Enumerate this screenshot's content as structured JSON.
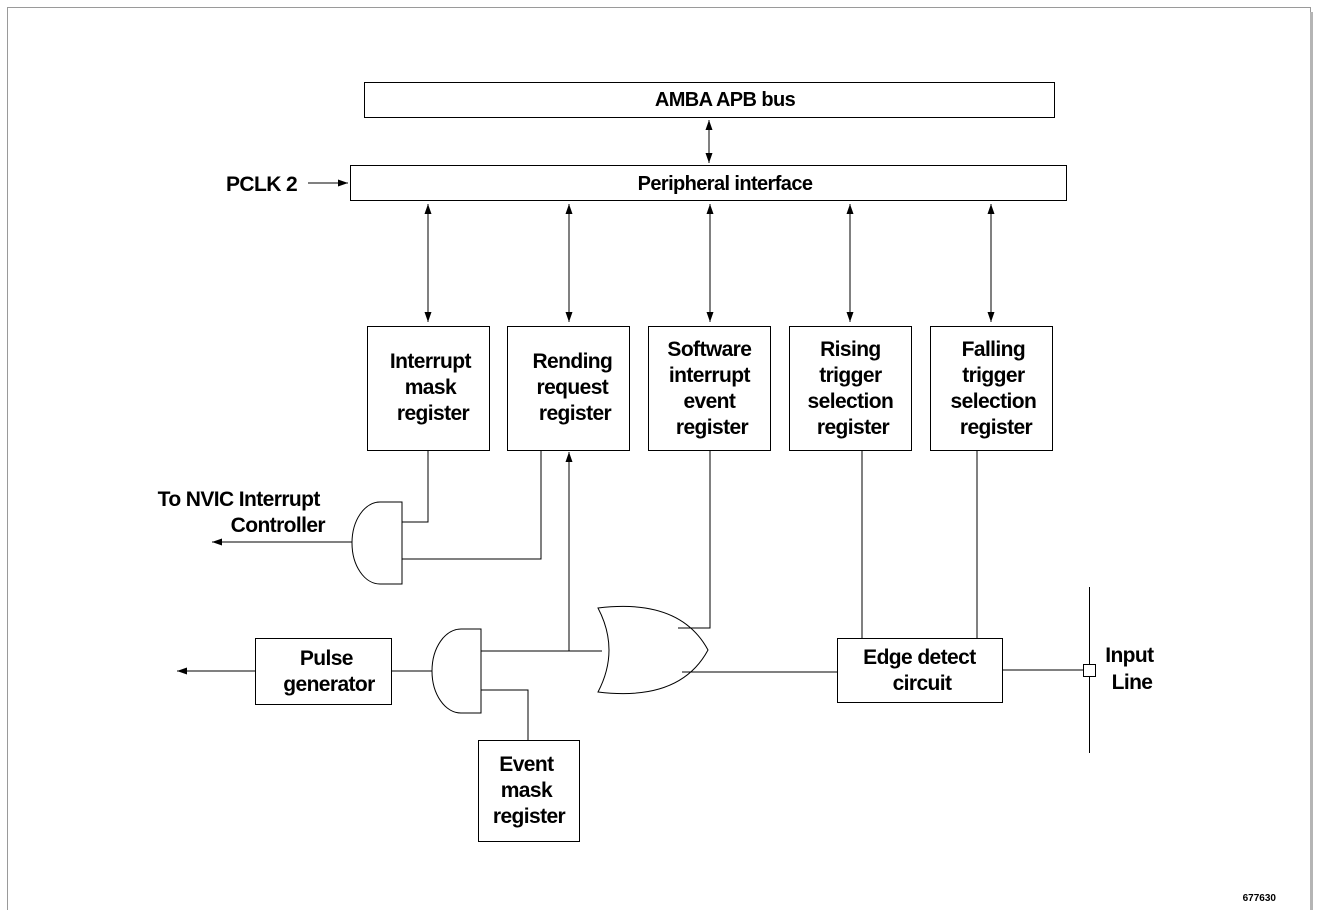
{
  "diagram": {
    "bus": {
      "label": "AMBA APB bus"
    },
    "peripheral_interface": {
      "label": "Peripheral interface"
    },
    "clock_input": {
      "label": "PCLK 2"
    },
    "registers": [
      {
        "id": "interrupt-mask",
        "lines": [
          "Interrupt",
          "mask",
          "register"
        ]
      },
      {
        "id": "pending-request",
        "lines": [
          "Rending",
          "request",
          "register"
        ]
      },
      {
        "id": "software-interrupt-event",
        "lines": [
          "Software",
          "interrupt",
          "event",
          "register"
        ]
      },
      {
        "id": "rising-trigger-selection",
        "lines": [
          "Rising",
          "trigger",
          "selection",
          "register"
        ]
      },
      {
        "id": "falling-trigger-selection",
        "lines": [
          "Falling",
          "trigger",
          "selection",
          "register"
        ]
      }
    ],
    "nvic_output": {
      "lines": [
        "To NVIC Interrupt",
        "Controller"
      ]
    },
    "pulse_generator": {
      "lines": [
        "Pulse",
        "generator"
      ]
    },
    "event_mask_register": {
      "lines": [
        "Event",
        "mask",
        "register"
      ]
    },
    "edge_detect_circuit": {
      "lines": [
        "Edge detect",
        "circuit"
      ]
    },
    "input_line": {
      "lines": [
        "Input",
        "Line"
      ]
    },
    "figure_id": "677630"
  }
}
